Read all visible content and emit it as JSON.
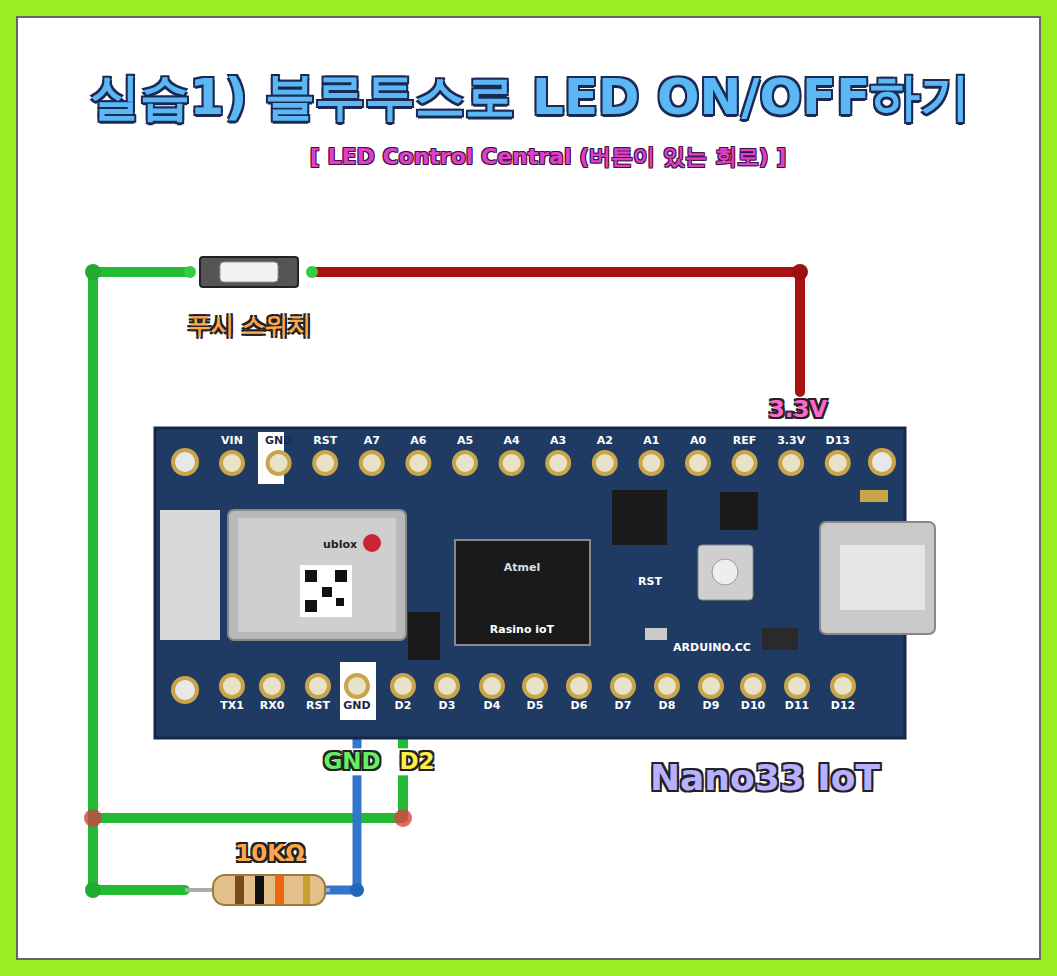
{
  "diagram": {
    "title": "실습1) 블루투스로 LED ON/OFF하기",
    "labels": [
      "[ LED Control Central (버튼이 있는 회로) ]",
      "푸시 스위치",
      "3.3V",
      "VIN",
      "GND",
      "RST",
      "A7",
      "A6",
      "A5",
      "A4",
      "A3",
      "A2",
      "A1",
      "A0",
      "REF",
      "3.3V",
      "D13",
      "TX1",
      "RX0",
      "RST",
      "GND",
      "D2",
      "D3",
      "D4",
      "D5",
      "D6",
      "D7",
      "D8",
      "D9",
      "D10",
      "D11",
      "D12",
      "ublox",
      "Atmel",
      "Rasino ioT",
      "RST",
      "ARDUINO.CC",
      "GND",
      "D2",
      "10KΩ",
      "Nano33 IoT"
    ]
  }
}
